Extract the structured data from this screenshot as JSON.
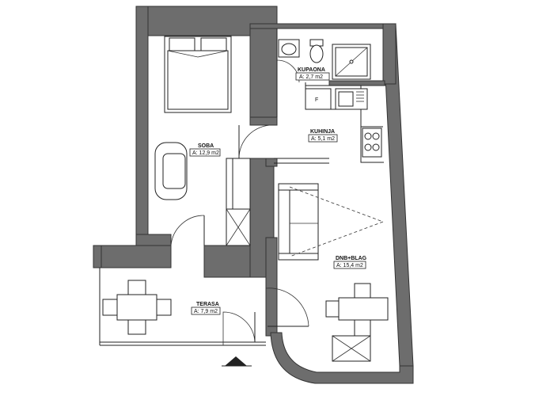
{
  "floor_plan": {
    "rooms": [
      {
        "id": "kupaona",
        "name": "KUPAONA",
        "area": "A: 2,7 m2"
      },
      {
        "id": "kuhinja",
        "name": "KUHINJA",
        "area": "A: 5,1 m2"
      },
      {
        "id": "soba",
        "name": "SOBA",
        "area": "A: 12,9 m2"
      },
      {
        "id": "dnb-blag",
        "name": "DNB+BLAG",
        "area": "A: 15,4 m2"
      },
      {
        "id": "terasa",
        "name": "TERASA",
        "area": "A: 7,9 m2"
      }
    ],
    "fridge_label": "F",
    "colors": {
      "wall": "#6d6d6d",
      "line": "#222222",
      "background": "#ffffff"
    },
    "icons": [
      "bed-icon",
      "armchair-icon",
      "sofa-icon",
      "wardrobe-icon",
      "toilet-icon",
      "sink-icon",
      "shower-icon",
      "stove-icon",
      "kitchen-sink-icon",
      "dining-table-icon",
      "chair-icon",
      "door-swing-icon",
      "entrance-arrow-icon"
    ]
  }
}
